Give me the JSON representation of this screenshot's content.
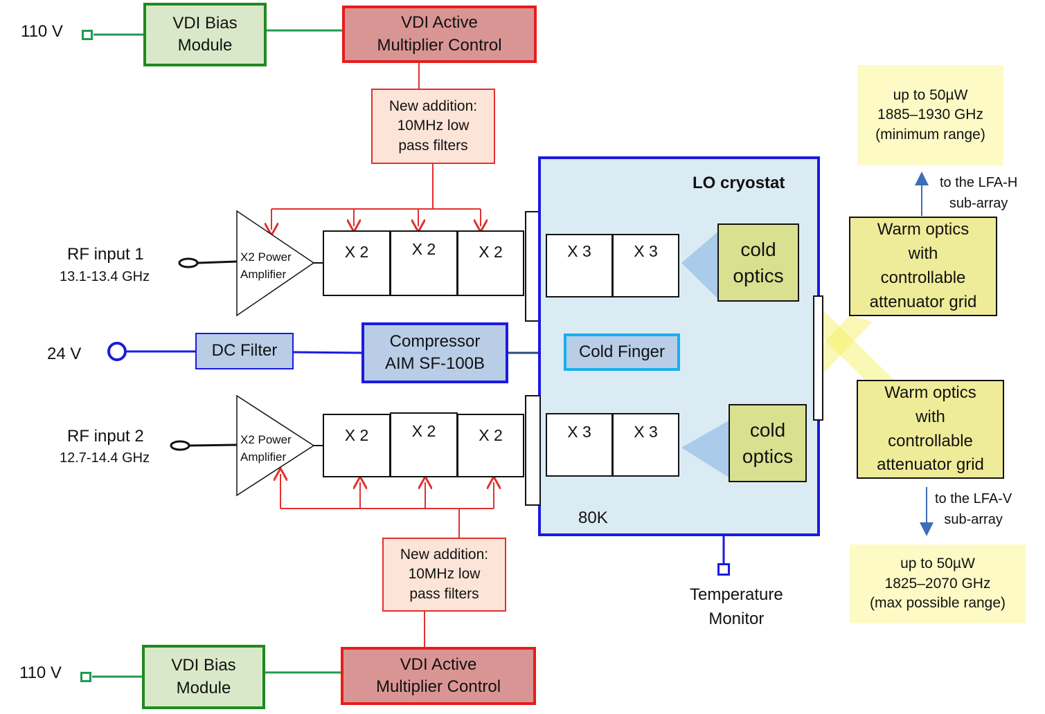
{
  "power": {
    "v110": "110 V",
    "v24": "24 V"
  },
  "bias_module": [
    "VDI Bias",
    "Module"
  ],
  "amc": [
    "VDI Active",
    "Multiplier Control"
  ],
  "filter_note": [
    "New addition:",
    "10MHz low",
    "pass filters"
  ],
  "rf1": {
    "label": "RF input 1",
    "freq": "13.1-13.4 GHz"
  },
  "rf2": {
    "label": "RF input 2",
    "freq": "12.7-14.4 GHz"
  },
  "amplifier": [
    "X2 Power",
    "Amplifier"
  ],
  "x2": "X 2",
  "x3": "X 3",
  "cryostat": {
    "title": "LO cryostat",
    "temp": "80K"
  },
  "cold_optics": [
    "cold",
    "optics"
  ],
  "dc_filter": "DC Filter",
  "compressor": [
    "Compressor",
    "AIM SF-100B"
  ],
  "cold_finger": "Cold Finger",
  "temp_monitor": [
    "Temperature",
    "Monitor"
  ],
  "warm_optics": [
    "Warm optics",
    "with",
    "controllable",
    "attenuator grid"
  ],
  "lfa_h": {
    "arrow": [
      "to the LFA-H",
      "sub-array"
    ],
    "note": [
      "up to 50µW",
      "1885–1930 GHz",
      "(minimum range)"
    ]
  },
  "lfa_v": {
    "arrow": [
      "to the LFA-V",
      "sub-array"
    ],
    "note": [
      "up to 50µW",
      "1825–2070 GHz",
      "(max possible range)"
    ]
  },
  "colors": {
    "bias_border": "#1f8a1f",
    "amc_border": "#e81c1c",
    "cryostat_border": "#1a1ae0",
    "filter_line": "#e03030"
  }
}
